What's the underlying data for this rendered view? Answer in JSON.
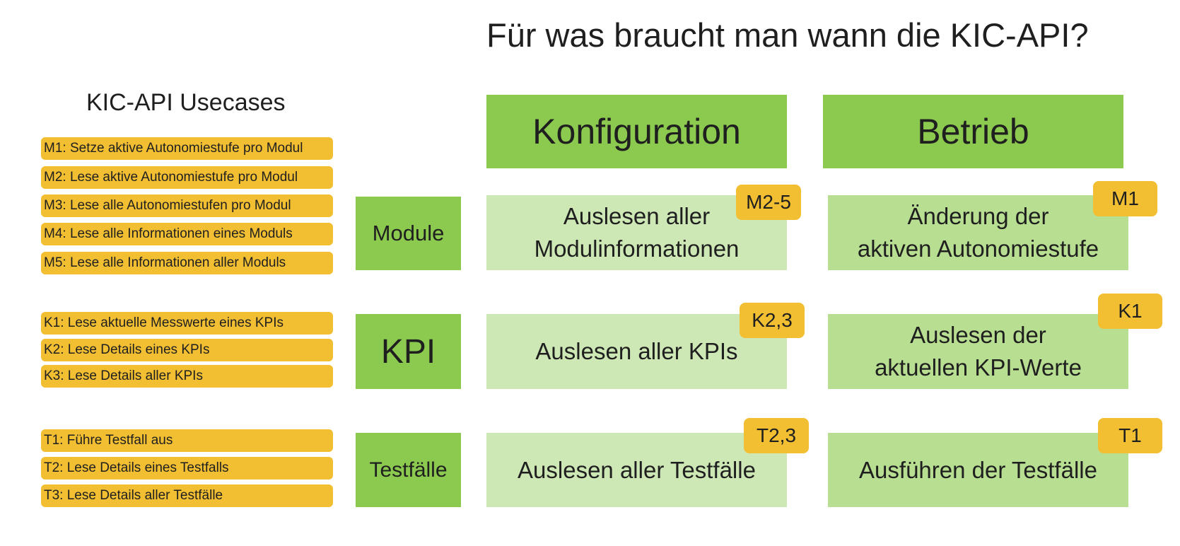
{
  "title": "Für was braucht man wann die KIC-API?",
  "usecases": {
    "heading": "KIC-API Usecases",
    "module": [
      "M1: Setze aktive Autonomiestufe pro Modul",
      "M2: Lese aktive Autonomiestufe pro Modul",
      "M3: Lese alle Autonomiestufen pro Modul",
      "M4: Lese alle Informationen eines Moduls",
      "M5: Lese alle Informationen aller Moduls"
    ],
    "kpi": [
      "K1: Lese aktuelle Messwerte eines KPIs",
      "K2: Lese Details eines KPIs",
      "K3: Lese Details aller KPIs"
    ],
    "testfaelle": [
      "T1: Führe Testfall aus",
      "T2: Lese Details eines Testfalls",
      "T3: Lese Details aller Testfälle"
    ]
  },
  "columns": {
    "konfiguration": "Konfiguration",
    "betrieb": "Betrieb"
  },
  "rows": {
    "module": {
      "label": "Module",
      "konfiguration": {
        "text": "Auslesen aller\nModulinformationen",
        "badge": "M2-5"
      },
      "betrieb": {
        "text": "Änderung der\naktiven Autonomiestufe",
        "badge": "M1"
      }
    },
    "kpi": {
      "label": "KPI",
      "konfiguration": {
        "text": "Auslesen aller KPIs",
        "badge": "K2,3"
      },
      "betrieb": {
        "text": "Auslesen der\naktuellen  KPI-Werte",
        "badge": "K1"
      }
    },
    "testfaelle": {
      "label": "Testfälle",
      "konfiguration": {
        "text": "Auslesen aller Testfälle",
        "badge": "T2,3"
      },
      "betrieb": {
        "text": "Ausführen der Testfälle",
        "badge": "T1"
      }
    }
  },
  "colors": {
    "green": "#8bc94f",
    "light_green": "#cde8b5",
    "mid_green": "#b7de91",
    "yellow": "#f2bf33"
  }
}
